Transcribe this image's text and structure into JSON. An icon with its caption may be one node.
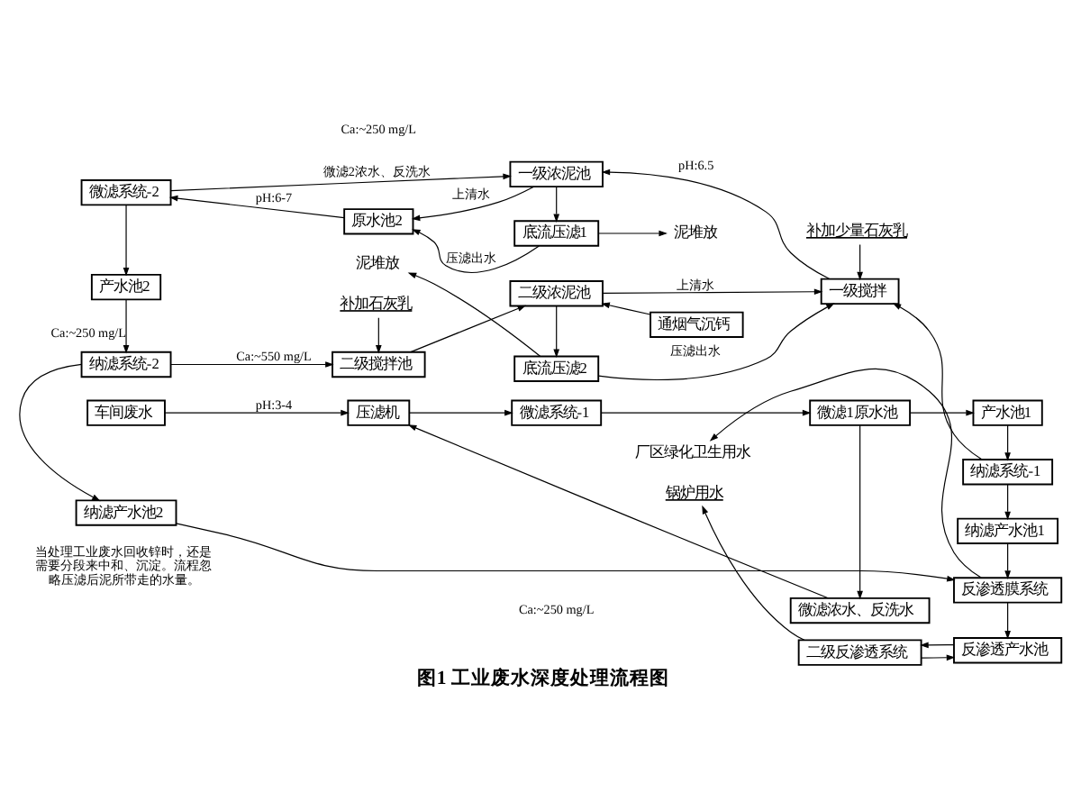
{
  "diagram": {
    "caption": "图1 工业废水深度处理流程图",
    "nodes": [
      {
        "text": [
          "微滤浓水、反洗水"
        ]
      },
      {
        "text": [
          "车间废水"
        ]
      },
      {
        "text": [
          "压滤机"
        ]
      },
      {
        "text": [
          "微滤系统-1"
        ]
      },
      {
        "text": [
          "微滤1原水池"
        ]
      },
      {
        "text": [
          "产水池1"
        ]
      },
      {
        "text": [
          "微滤系统-2"
        ]
      },
      {
        "text": [
          "原水池2"
        ]
      },
      {
        "text": [
          "一级浓泥池"
        ]
      },
      {
        "text": [
          "一级搅拌"
        ]
      },
      {
        "text": [
          "纳滤系统-1"
        ]
      },
      {
        "text": [
          "底流压滤1"
        ]
      },
      {
        "text": [
          "泥堆放"
        ]
      },
      {
        "text": [
          "补加少量石灰乳"
        ]
      },
      {
        "text": [
          "产水池2"
        ]
      },
      {
        "text": [
          "纳滤产水池1"
        ]
      },
      {
        "text": [
          "泥堆放"
        ]
      },
      {
        "text": [
          "底流压滤2"
        ]
      },
      {
        "text": [
          "补加石灰乳"
        ]
      },
      {
        "text": [
          "纳滤系统-2"
        ]
      },
      {
        "text": [
          "二级搅拌池"
        ]
      },
      {
        "text": [
          "二级浓泥池"
        ]
      },
      {
        "text": [
          "通烟气沉钙"
        ]
      },
      {
        "text": [
          "纳滤产水池2"
        ]
      },
      {
        "text": [
          "厂区绿化卫生用水"
        ]
      },
      {
        "text": [
          "反渗透膜系统"
        ]
      },
      {
        "text": [
          "锅炉用水"
        ]
      },
      {
        "text": [
          "二级反渗透系统"
        ]
      },
      {
        "text": [
          "反渗透产水池"
        ]
      }
    ],
    "edges": [
      {
        "from": 1,
        "to": 2,
        "arrow": "to",
        "label": "pH:3-4"
      },
      {
        "from": 0,
        "to": 2,
        "arrow": "to"
      },
      {
        "from": 2,
        "to": 3,
        "arrow": "to"
      },
      {
        "from": 3,
        "to": 4,
        "arrow": "to"
      },
      {
        "from": 4,
        "to": 0,
        "arrow": "to"
      },
      {
        "from": 4,
        "to": 5,
        "arrow": "to"
      },
      {
        "from": 5,
        "to": 10,
        "arrow": "to"
      },
      {
        "from": 10,
        "to": 9,
        "arrow": "to"
      },
      {
        "from": 9,
        "to": 8,
        "arrow": "to",
        "label": "pH:6.5"
      },
      {
        "from": 8,
        "to": 7,
        "arrow": "to",
        "label": "上清水"
      },
      {
        "from": 8,
        "to": 11,
        "arrow": "to"
      },
      {
        "from": 11,
        "to": 7,
        "arrow": "to",
        "label": "压滤出水"
      },
      {
        "from": 11,
        "to": 12,
        "arrow": "to"
      },
      {
        "from": 7,
        "to": 6,
        "arrow": "to",
        "label": "pH:6-7"
      },
      {
        "from": 6,
        "to": 8,
        "arrow": "to",
        "label": "微滤2浓水、反洗水"
      },
      {
        "from": 6,
        "to": 14,
        "arrow": "to"
      },
      {
        "from": 10,
        "to": 15,
        "arrow": "to"
      },
      {
        "from": 13,
        "to": 9,
        "arrow": "to"
      },
      {
        "from": 14,
        "to": 19,
        "arrow": "to",
        "label": "Ca:~250 mg/L"
      },
      {
        "from": 19,
        "to": 20,
        "arrow": "to",
        "label": "Ca:~550 mg/L"
      },
      {
        "from": 18,
        "to": 20,
        "arrow": "to"
      },
      {
        "from": 19,
        "to": 23,
        "arrow": "to"
      },
      {
        "from": 20,
        "to": 21,
        "arrow": "to"
      },
      {
        "from": 22,
        "to": 21,
        "arrow": "to"
      },
      {
        "from": 21,
        "to": 17,
        "arrow": "to"
      },
      {
        "from": 17,
        "to": 16,
        "arrow": "to"
      },
      {
        "from": 17,
        "to": 9,
        "arrow": "to",
        "label": "压滤出水"
      },
      {
        "from": 21,
        "to": 9,
        "arrow": "to",
        "label": "上清水"
      },
      {
        "from": 15,
        "to": 25,
        "arrow": "to"
      },
      {
        "from": 23,
        "to": 25,
        "arrow": "to"
      },
      {
        "from": 25,
        "to": 24,
        "arrow": "to"
      },
      {
        "from": 25,
        "to": 28,
        "arrow": "to"
      },
      {
        "from": 28,
        "to": 27,
        "arrow": "to"
      },
      {
        "from": 27,
        "to": 28,
        "arrow": "to"
      },
      {
        "from": 27,
        "to": 26,
        "arrow": "to"
      }
    ],
    "labels": [
      "Ca:~250 mg/L",
      "Ca:~250 mg/L",
      "当处理工业废水回收锌时，还是需要分段来中和、沉淀。流程忽略压滤后泥所带走的水量。"
    ]
  }
}
